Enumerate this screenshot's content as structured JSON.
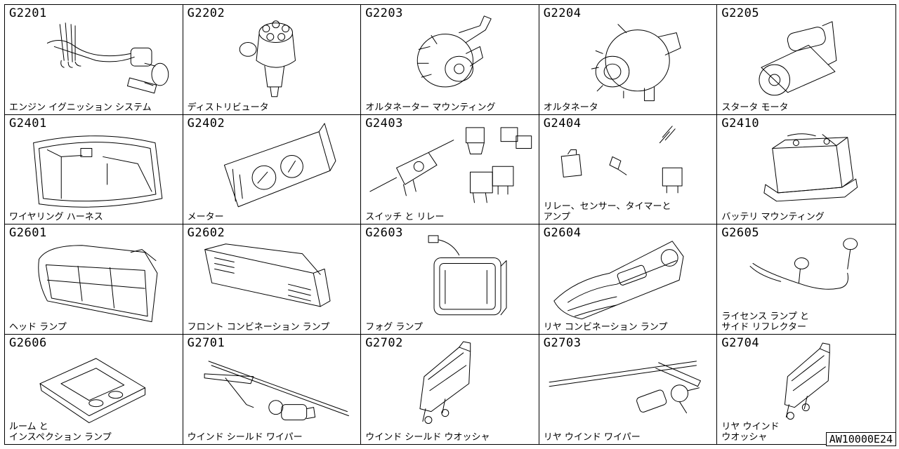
{
  "sections": [
    {
      "code": "G2201",
      "caption": "エンジン イグニッション システム",
      "icon": "ignition-coil-icon"
    },
    {
      "code": "G2202",
      "caption": "ディストリビュータ",
      "icon": "distributor-icon"
    },
    {
      "code": "G2203",
      "caption": "オルタネーター マウンティング",
      "icon": "alternator-mounting-icon"
    },
    {
      "code": "G2204",
      "caption": "オルタネータ",
      "icon": "alternator-icon"
    },
    {
      "code": "G2205",
      "caption": "スタータ モータ",
      "icon": "starter-motor-icon"
    },
    {
      "code": "G2401",
      "caption": "ワイヤリング ハーネス",
      "icon": "wiring-harness-icon"
    },
    {
      "code": "G2402",
      "caption": "メーター",
      "icon": "meter-cluster-icon"
    },
    {
      "code": "G2403",
      "caption": "スイッチ と リレー",
      "icon": "switch-relay-icon"
    },
    {
      "code": "G2404",
      "caption": "リレー、センサー、タイマーと\n アンプ",
      "icon": "relay-sensor-icon"
    },
    {
      "code": "G2410",
      "caption": "バッテリ マウンティング",
      "icon": "battery-icon"
    },
    {
      "code": "G2601",
      "caption": "ヘッド ランプ",
      "icon": "headlamp-icon"
    },
    {
      "code": "G2602",
      "caption": "フロント コンビネーション ランプ",
      "icon": "front-combination-lamp-icon"
    },
    {
      "code": "G2603",
      "caption": "フォグ ランプ",
      "icon": "fog-lamp-icon"
    },
    {
      "code": "G2604",
      "caption": "リヤ コンビネーション ランプ",
      "icon": "rear-combination-lamp-icon"
    },
    {
      "code": "G2605",
      "caption": "ライセンス ランプ と\nサイド リフレクター",
      "icon": "license-lamp-icon"
    },
    {
      "code": "G2606",
      "caption": "ルーム と\n インスペクション ランプ",
      "icon": "room-lamp-icon"
    },
    {
      "code": "G2701",
      "caption": "ウインド シールド ワイパー",
      "icon": "windshield-wiper-icon"
    },
    {
      "code": "G2702",
      "caption": "ウインド シールド ウオッシャ",
      "icon": "windshield-washer-icon"
    },
    {
      "code": "G2703",
      "caption": "リヤ ウインド ワイパー",
      "icon": "rear-wiper-icon"
    },
    {
      "code": "G2704",
      "caption": "リヤ ウインド\nウオッシャ",
      "icon": "rear-washer-icon"
    }
  ],
  "reference_code": "AW10000E24"
}
